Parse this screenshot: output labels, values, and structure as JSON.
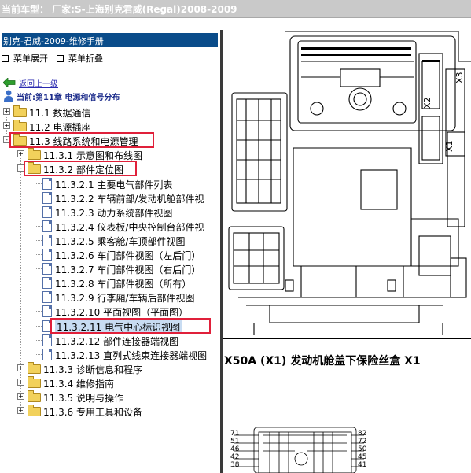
{
  "top_bar": {
    "text": "当前车型： 厂家:S-上海别克君威(Regal)2008-2009"
  },
  "left_panel": {
    "header": "别克-君威-2009-维修手册",
    "expand_label": "菜单展开",
    "collapse_label": "菜单折叠",
    "back_link": "返回上一级",
    "current_chapter": "当前:第11章 电源和信号分布",
    "tree": [
      {
        "label": "11.1 数据通信",
        "type": "folder",
        "expander": "+",
        "level": 0
      },
      {
        "label": "11.2 电源插座",
        "type": "folder",
        "expander": "+",
        "level": 0
      },
      {
        "label": "11.3 线路系统和电源管理",
        "type": "folder",
        "expander": "-",
        "level": 0,
        "highlighted": true
      },
      {
        "label": "11.3.1 示意图和布线图",
        "type": "folder",
        "expander": "+",
        "level": 1
      },
      {
        "label": "11.3.2 部件定位图",
        "type": "folder",
        "expander": "-",
        "level": 1,
        "highlighted": true
      },
      {
        "label": "11.3.2.1 主要电气部件列表",
        "type": "doc",
        "level": 2
      },
      {
        "label": "11.3.2.2 车辆前部/发动机舱部件视",
        "type": "doc",
        "level": 2
      },
      {
        "label": "11.3.2.3 动力系统部件视图",
        "type": "doc",
        "level": 2
      },
      {
        "label": "11.3.2.4 仪表板/中央控制台部件视",
        "type": "doc",
        "level": 2
      },
      {
        "label": "11.3.2.5 乘客舱/车顶部件视图",
        "type": "doc",
        "level": 2
      },
      {
        "label": "11.3.2.6 车门部件视图（左后门）",
        "type": "doc",
        "level": 2
      },
      {
        "label": "11.3.2.7 车门部件视图（右后门）",
        "type": "doc",
        "level": 2
      },
      {
        "label": "11.3.2.8 车门部件视图（所有）",
        "type": "doc",
        "level": 2
      },
      {
        "label": "11.3.2.9 行李厢/车辆后部件视图",
        "type": "doc",
        "level": 2
      },
      {
        "label": "11.3.2.10 平面视图（平面图）",
        "type": "doc",
        "level": 2
      },
      {
        "label": "11.3.2.11 电气中心标识视图",
        "type": "doc",
        "level": 2,
        "highlighted": true,
        "selected": true
      },
      {
        "label": "11.3.2.12 部件连接器端视图",
        "type": "doc",
        "level": 2
      },
      {
        "label": "11.3.2.13 直列式线束连接器端视图",
        "type": "doc",
        "level": 2
      },
      {
        "label": "11.3.3 诊断信息和程序",
        "type": "folder",
        "expander": "+",
        "level": 1
      },
      {
        "label": "11.3.4 维修指南",
        "type": "folder",
        "expander": "+",
        "level": 1
      },
      {
        "label": "11.3.5 说明与操作",
        "type": "folder",
        "expander": "+",
        "level": 1
      },
      {
        "label": "11.3.6 专用工具和设备",
        "type": "folder",
        "expander": "+",
        "level": 1
      }
    ]
  },
  "right_panel": {
    "connector_labels": [
      "X3",
      "X2",
      "X1"
    ],
    "caption": "X50A (X1) 发动机舱盖下保险丝盒 X1",
    "pin_numbers_left": [
      "71",
      "51",
      "46",
      "42",
      "38"
    ],
    "pin_numbers_right": [
      "82",
      "72",
      "50",
      "45",
      "41"
    ],
    "colors": {
      "header_bg": "#0a4c8a",
      "highlight_border": "#e0203a",
      "selected_bg": "#c8dcf2"
    }
  }
}
